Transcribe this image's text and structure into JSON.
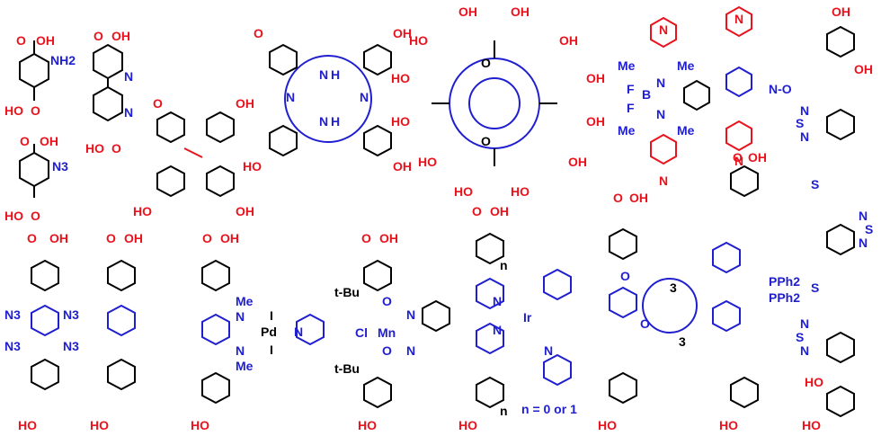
{
  "labels": {
    "cooh": "OH",
    "ho": "HO",
    "nh2": "NH2",
    "n3": "N3",
    "n": "N",
    "nh": "H",
    "me": "Me",
    "f": "F",
    "b": "B",
    "o_rad": "N-O",
    "s": "S",
    "i": "I",
    "pd": "Pd",
    "mn": "Mn",
    "cl": "Cl",
    "tbu": "t-Bu",
    "ir": "Ir",
    "pph2": "PPh2",
    "o": "O",
    "three": "3",
    "n_sub": "n",
    "n_note": "n = 0 or 1"
  },
  "colors": {
    "acid": "#e8131d",
    "core": "#1f1fd0",
    "bond": "#000000"
  }
}
